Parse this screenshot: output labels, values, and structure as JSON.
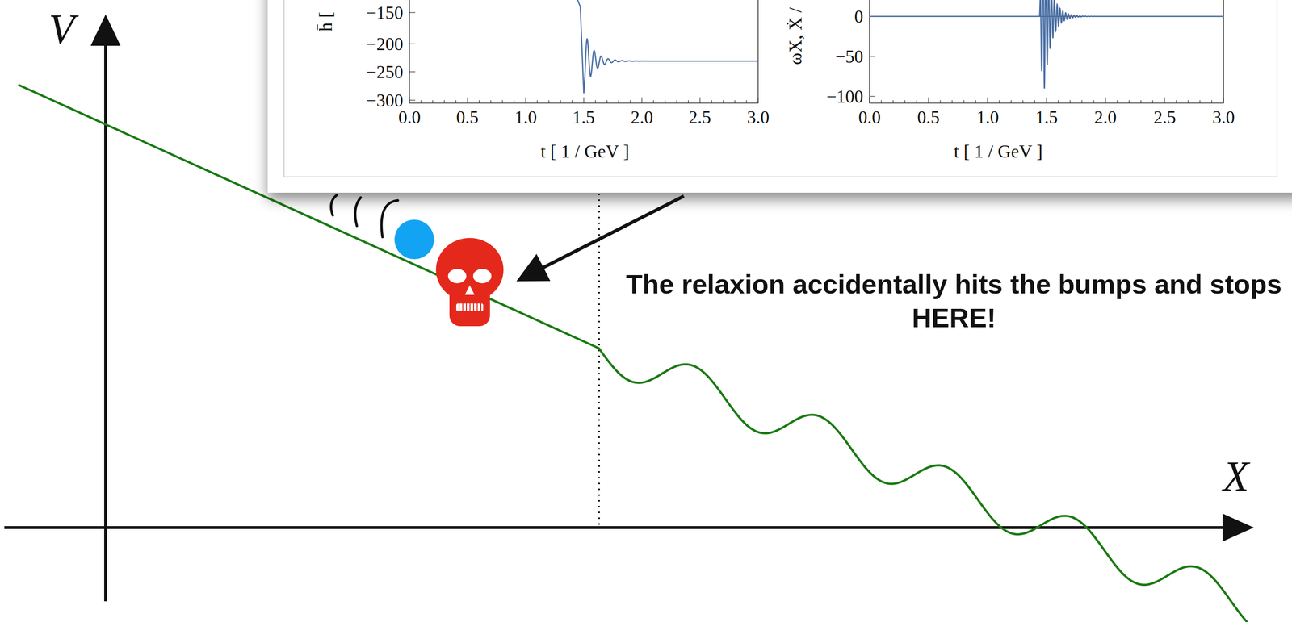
{
  "diagram": {
    "labels": [
      "h̄ [",
      "−150",
      "−200",
      "−250",
      "−300",
      "0.0",
      "0.5",
      "1.0",
      "1.5",
      "2.0",
      "2.5",
      "3.0",
      "t [ 1 / GeV ]",
      "ωX, Ẋ /",
      "0",
      "−50",
      "−100",
      "0.0",
      "0.5",
      "1.0",
      "1.5",
      "2.0",
      "2.5",
      "3.0",
      "t [ 1 / GeV ]",
      "V",
      "X",
      "The relaxion accidentally hits the bumps and stops HERE!"
    ]
  }
}
